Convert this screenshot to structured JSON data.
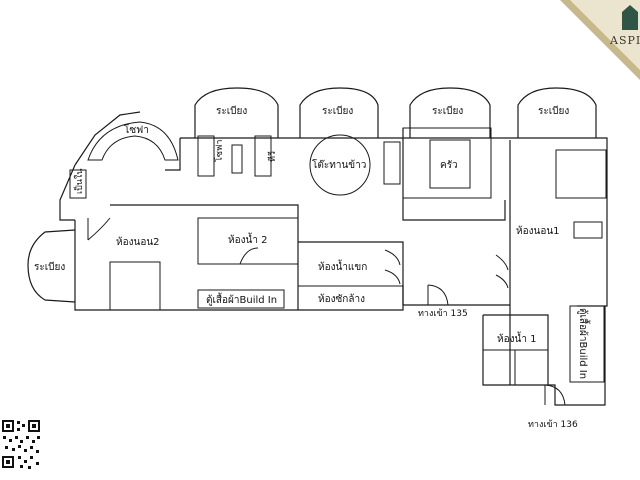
{
  "brand": {
    "text": "ASPI",
    "band_color": "#c8b98a",
    "house_color": "#2f5547"
  },
  "balconies": {
    "left": "ระเบียง",
    "top_1": "ระเบียง",
    "top_2": "ระเบียง",
    "top_3": "ระเบียง",
    "top_4": "ระเบียง"
  },
  "furniture": {
    "sofa_curved": "โซฟา",
    "sofa": "โซฟา",
    "tv": "ทีวี",
    "dining_table": "โต๊ะทานข้าว",
    "kitchen": "ครัว",
    "bathtub": "เป็นใน"
  },
  "rooms": {
    "bedroom2": "ห้องนอน2",
    "bathroom2": "ห้องน้ำ 2",
    "guest_bathroom": "ห้องน้ำแขก",
    "laundry": "ห้องซักล้าง",
    "wardrobe_2": "ตู้เสื้อผ้าBuild In",
    "bedroom1": "ห้องนอน1",
    "bathroom1": "ห้องน้ำ 1",
    "wardrobe_1": "ตู้เสื้อผ้าBuild In"
  },
  "entrances": {
    "entry_135": "ทางเข้า 135",
    "entry_136": "ทางเข้า 136"
  },
  "icons": [
    "qr-code",
    "house-logo"
  ]
}
